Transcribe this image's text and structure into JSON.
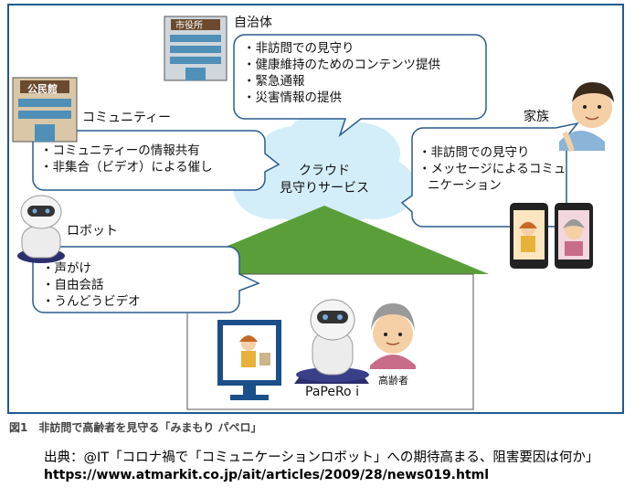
{
  "nodes": {
    "city_hall": {
      "label": "自治体",
      "sign": "市役所",
      "items": [
        "・非訪問での見守り",
        "・健康維持のためのコンテンツ提供",
        "・緊急通報",
        "・災害情報の提供"
      ]
    },
    "community": {
      "label": "コミュニティー",
      "sign": "公民館",
      "items": [
        "・コミュニティーの情報共有",
        "・非集合（ビデオ）による催し"
      ]
    },
    "family": {
      "label": "家族",
      "items": [
        "・非訪問での見守り",
        "・メッセージによるコミュ",
        "ニケーション"
      ]
    },
    "robot": {
      "label": "ロボット",
      "items": [
        "・声がけ",
        "・自由会話",
        "・うんどうビデオ"
      ]
    },
    "cloud": {
      "line1": "クラウド",
      "line2": "見守りサービス"
    },
    "home": {
      "robot_name": "PaPeRo i",
      "elder_label": "高齢者"
    }
  },
  "caption": "図1　非訪問で高齢者を見守る「みまもり パペロ」",
  "source": "出典：@IT「コロナ禍で「コミュニケーションロボット」への期待高まる、阻害要因は何か」",
  "source_url": "https://www.atmarkit.co.jp/ait/articles/2009/28/news019.html",
  "colors": {
    "frame": "#1f5a93",
    "bubble_border": "#2a5c8f",
    "cloud": "#d3eef8",
    "roof": "#5a9e3a",
    "monitor": "#1b4f8a"
  }
}
